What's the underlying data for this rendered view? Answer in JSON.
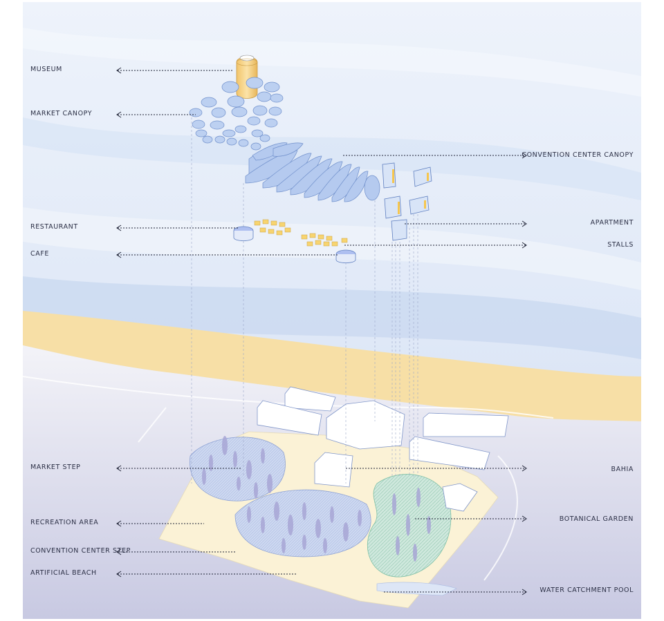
{
  "colors": {
    "sea_light": "#e4ecf8",
    "sea_mid": "#cbdaf1",
    "sand": "#f7dfa6",
    "ground": "#e9e8f3",
    "canopy_fill": "#b9cdf0",
    "canopy_stroke": "#6f8fcb",
    "stall_fill": "#f6d36b",
    "garden": "#cfe7dc",
    "trees": "#a9a9d6",
    "label_text": "#2b2f45"
  },
  "labels_left": [
    {
      "id": "museum",
      "text": "MUSEUM"
    },
    {
      "id": "market-canopy",
      "text": "MARKET CANOPY"
    },
    {
      "id": "restaurant",
      "text": "RESTAURANT"
    },
    {
      "id": "cafe",
      "text": "CAFE"
    },
    {
      "id": "market-step",
      "text": "MARKET STEP"
    },
    {
      "id": "recreation-area",
      "text": "RECREATION AREA"
    },
    {
      "id": "convention-center-step",
      "text": "CONVENTION CENTER STEP"
    },
    {
      "id": "artificial-beach",
      "text": "ARTIFICIAL BEACH"
    }
  ],
  "labels_right": [
    {
      "id": "convention-center-canopy",
      "text": "CONVENTION CENTER CANOPY"
    },
    {
      "id": "apartment",
      "text": "APARTMENT"
    },
    {
      "id": "stalls",
      "text": "STALLS"
    },
    {
      "id": "bahia",
      "text": "BAHIA"
    },
    {
      "id": "botanical-garden",
      "text": "BOTANICAL GARDEN"
    },
    {
      "id": "water-catchment-pool",
      "text": "WATER CATCHMENT POOL"
    }
  ]
}
